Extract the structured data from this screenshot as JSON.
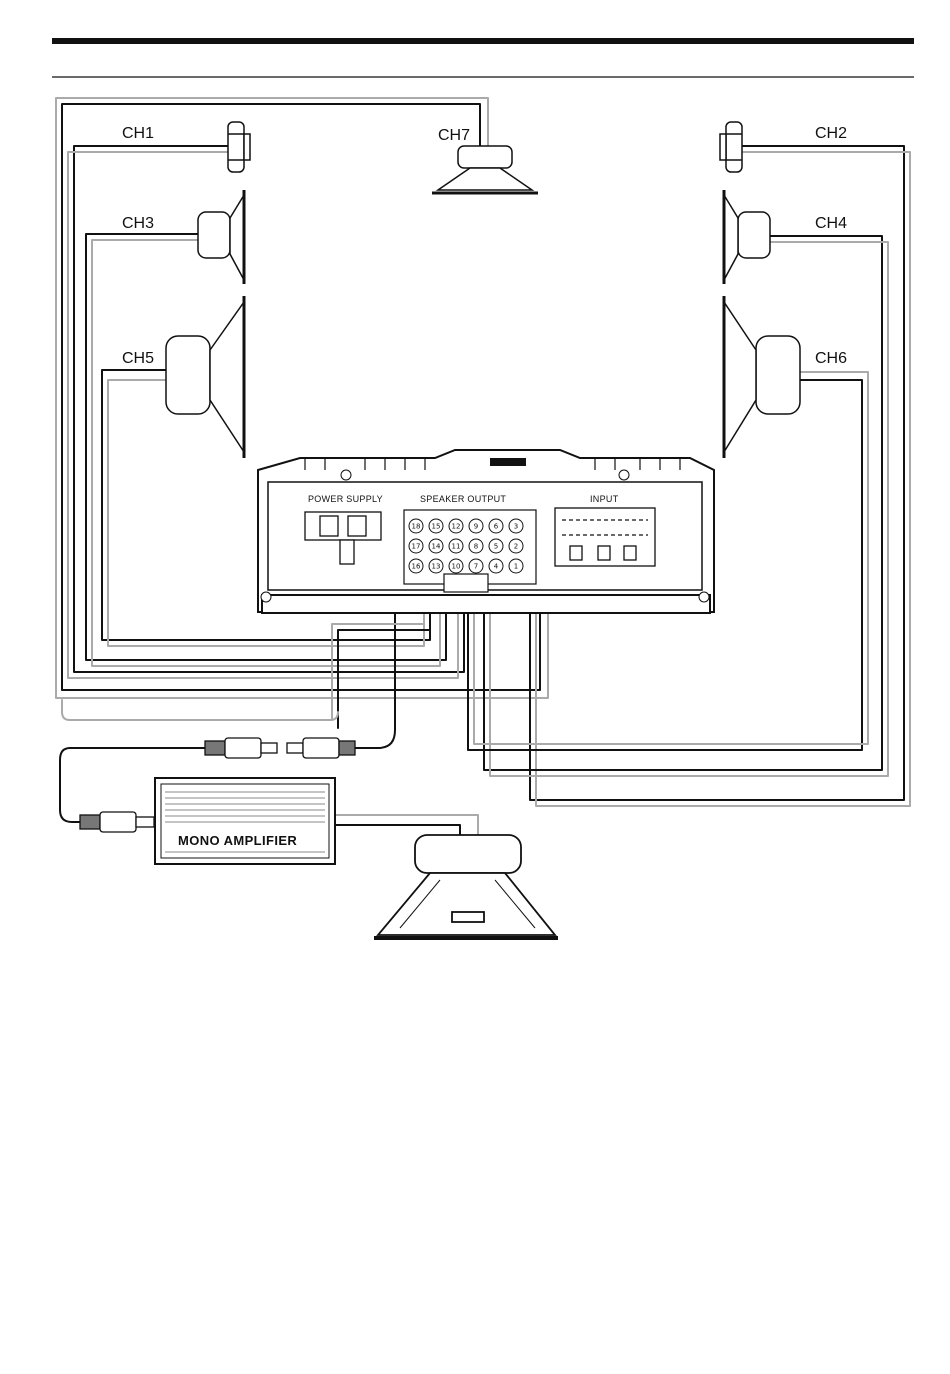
{
  "channels": {
    "ch1": "CH1",
    "ch2": "CH2",
    "ch3": "CH3",
    "ch4": "CH4",
    "ch5": "CH5",
    "ch6": "CH6",
    "ch7": "CH7"
  },
  "head_unit": {
    "power_supply_label": "POWER SUPPLY",
    "speaker_output_label": "SPEAKER OUTPUT",
    "input_label": "INPUT",
    "terminal_pins": {
      "row1": [
        "18",
        "15",
        "12",
        "9",
        "6",
        "3"
      ],
      "row2": [
        "17",
        "14",
        "11",
        "8",
        "5",
        "2"
      ],
      "row3": [
        "16",
        "13",
        "10",
        "7",
        "4",
        "1"
      ]
    }
  },
  "mono_amplifier": {
    "label": "MONO AMPLIFIER"
  },
  "colors": {
    "line": "#111111",
    "wire_gray": "#aaaaaa",
    "background": "#ffffff"
  }
}
